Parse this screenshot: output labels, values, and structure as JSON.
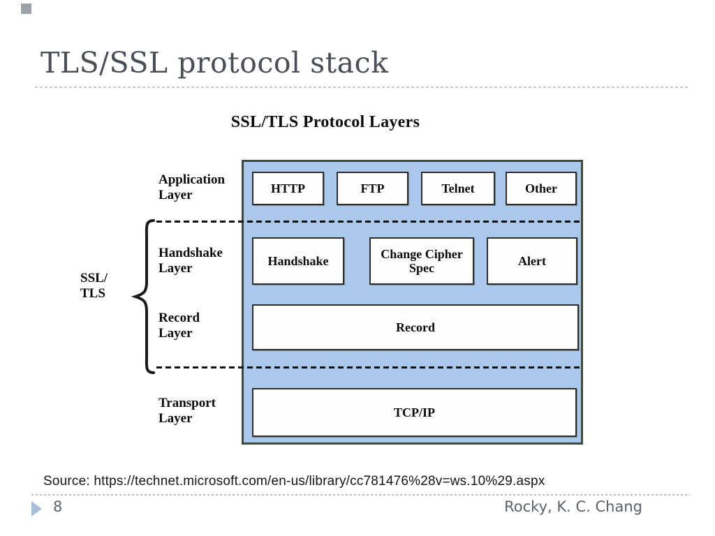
{
  "slide": {
    "title": "TLS/SSL protocol stack",
    "source_line": "Source: https://technet.microsoft.com/en-us/library/cc781476%28v=ws.10%29.aspx",
    "page_number": "8",
    "author": "Rocky, K. C. Chang"
  },
  "diagram": {
    "title": "SSL/TLS Protocol Layers",
    "brace_label": {
      "line1": "SSL/",
      "line2": "TLS"
    },
    "application_layer": {
      "label_line1": "Application",
      "label_line2": "Layer",
      "boxes": [
        "HTTP",
        "FTP",
        "Telnet",
        "Other"
      ]
    },
    "handshake_layer": {
      "label_line1": "Handshake",
      "label_line2": "Layer",
      "boxes": [
        "Handshake",
        "Change Cipher Spec",
        "Alert"
      ]
    },
    "record_layer": {
      "label_line1": "Record",
      "label_line2": "Layer",
      "boxes": [
        "Record"
      ]
    },
    "transport_layer": {
      "label_line1": "Transport",
      "label_line2": "Layer",
      "boxes": [
        "TCP/IP"
      ]
    }
  },
  "colors": {
    "title_text": "#4a4e57",
    "diagram_fill": "#a9c8ec",
    "diagram_border": "#3d4a40",
    "box_border": "#2e2e2e",
    "footer_text": "#5c6269",
    "footer_marker": "#a5bfdc"
  }
}
